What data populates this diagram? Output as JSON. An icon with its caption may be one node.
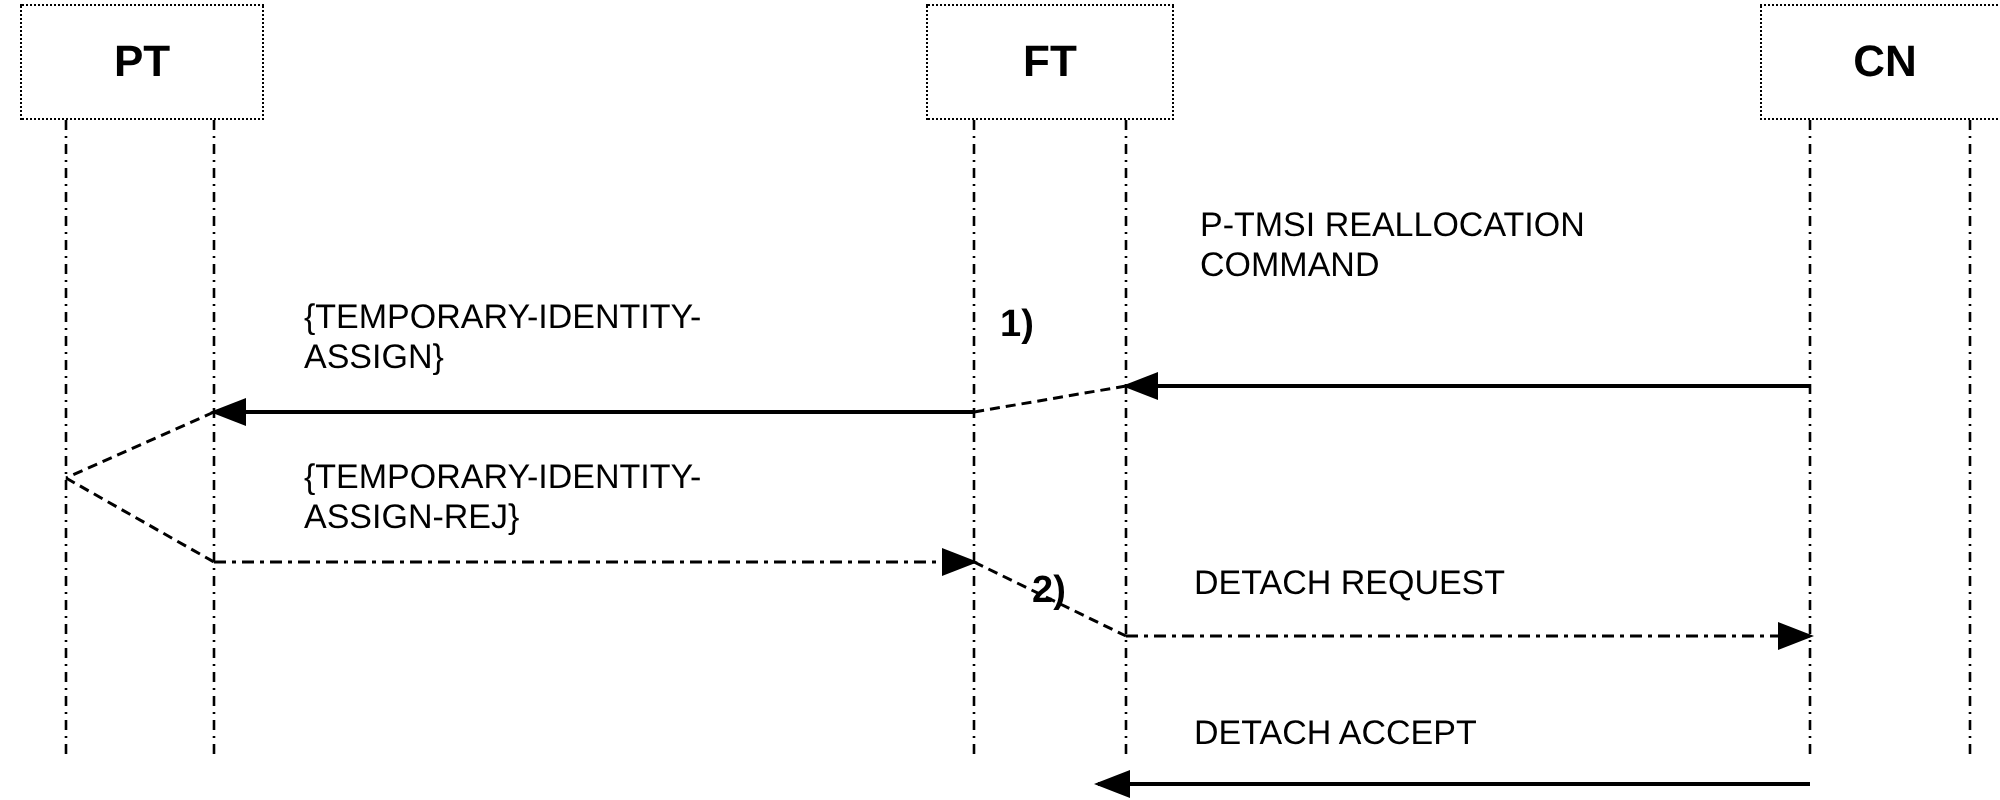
{
  "diagram": {
    "nodes": [
      {
        "text": [
          "PT"
        ]
      },
      {
        "text": [
          "FT"
        ]
      },
      {
        "text": [
          "CN"
        ]
      }
    ],
    "edges": [
      {
        "from": 2,
        "to": 1,
        "arrow": "to",
        "label": "P-TMSI REALLOCATION COMMAND"
      },
      {
        "from": 1,
        "to": 0,
        "arrow": "to",
        "label": "{TEMPORARY-IDENTITY-ASSIGN}"
      },
      {
        "from": 0,
        "to": 1,
        "arrow": "to",
        "label": "{TEMPORARY-IDENTITY-ASSIGN-REJ}",
        "style": "dashed"
      },
      {
        "from": 1,
        "to": 2,
        "arrow": "to",
        "label": "DETACH REQUEST",
        "style": "dashed"
      },
      {
        "from": 2,
        "to": 1,
        "arrow": "to",
        "label": "DETACH ACCEPT"
      }
    ],
    "labels": [
      "1)",
      "2)"
    ]
  }
}
